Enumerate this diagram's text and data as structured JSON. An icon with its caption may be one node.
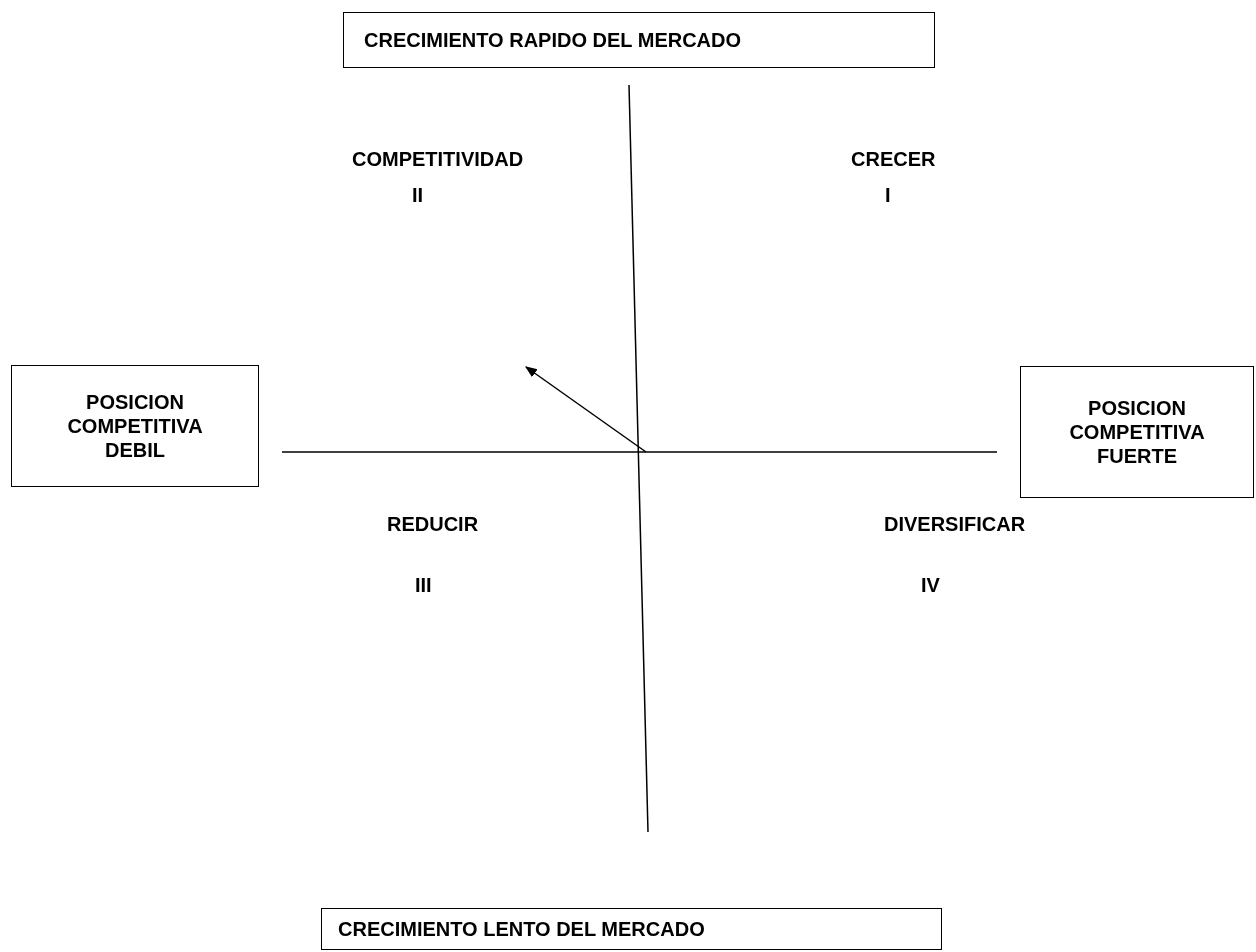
{
  "diagram": {
    "nodes": [
      {
        "text": [
          "CRECIMIENTO RAPIDO DEL MERCADO"
        ]
      },
      {
        "text": [
          "POSICION COMPETITIVA DEBIL"
        ]
      },
      {
        "text": [
          "POSICION COMPETITIVA FUERTE"
        ]
      },
      {
        "text": [
          "CRECIMIENTO LENTO DEL MERCADO"
        ]
      }
    ],
    "labels": [
      "COMPETITIVIDAD",
      "II",
      "CRECER",
      "I",
      "REDUCIR",
      "III",
      "DIVERSIFICAR",
      "IV"
    ]
  }
}
